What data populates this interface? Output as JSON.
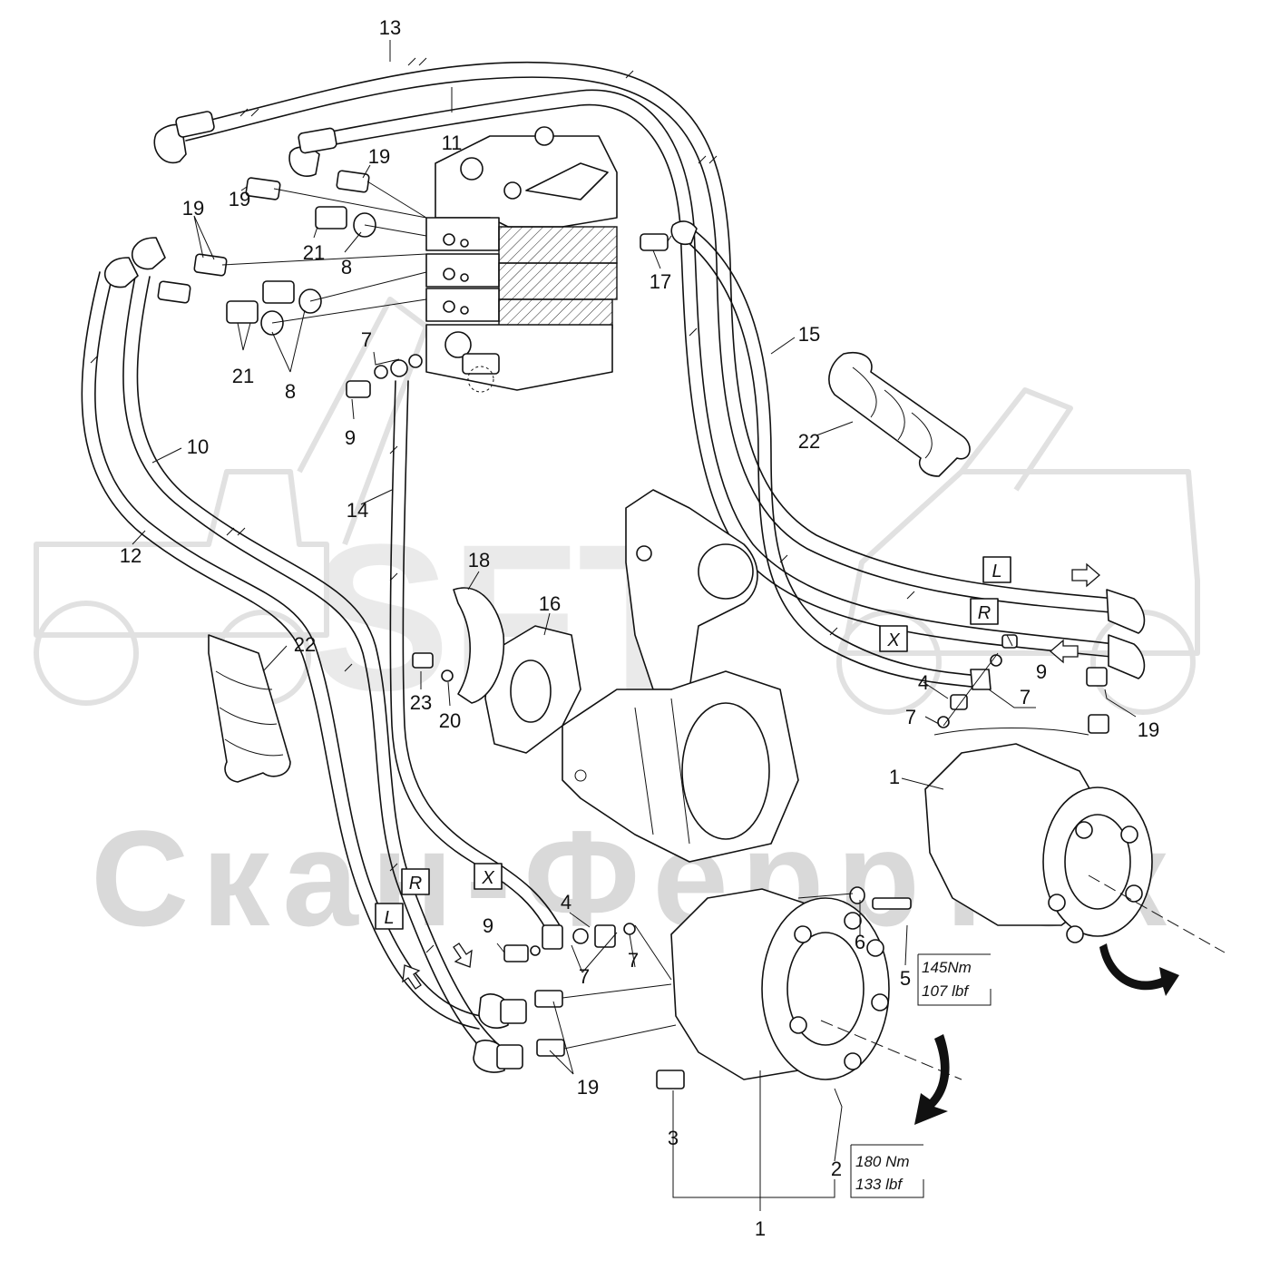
{
  "watermark": {
    "logo": "SFT",
    "name": "Скан-Ферртек"
  },
  "callouts": {
    "c13": "13",
    "c11": "11",
    "c19a": "19",
    "c19b": "19",
    "c19c": "19",
    "c21a": "21",
    "c8a": "8",
    "c21b": "21",
    "c8b": "8",
    "c17": "17",
    "c15": "15",
    "c7a": "7",
    "c9a": "9",
    "c22a": "22",
    "c10": "10",
    "c12": "12",
    "c14": "14",
    "c18": "18",
    "c16": "16",
    "c22b": "22",
    "c23": "23",
    "c20": "20",
    "c9b": "9",
    "c4a": "4",
    "c7b": "7",
    "c7c": "7",
    "c19d": "19",
    "c1a": "1",
    "c9c": "9",
    "c4b": "4",
    "c7d": "7",
    "c7e": "7",
    "c6": "6",
    "c5": "5",
    "c19e": "19",
    "c3": "3",
    "c2": "2",
    "c1b": "1"
  },
  "hose_labels": {
    "L_right": "L",
    "R_right": "R",
    "X_right": "X",
    "R_left": "R",
    "X_left": "X",
    "L_left": "L"
  },
  "torque": {
    "bolt5_nm": "145Nm",
    "bolt5_lbf": "107 lbf",
    "nut2_nm": "180 Nm",
    "nut2_lbf": "133 lbf"
  },
  "icons": [
    "flow-arrow-icon",
    "rotation-arrow-icon"
  ]
}
